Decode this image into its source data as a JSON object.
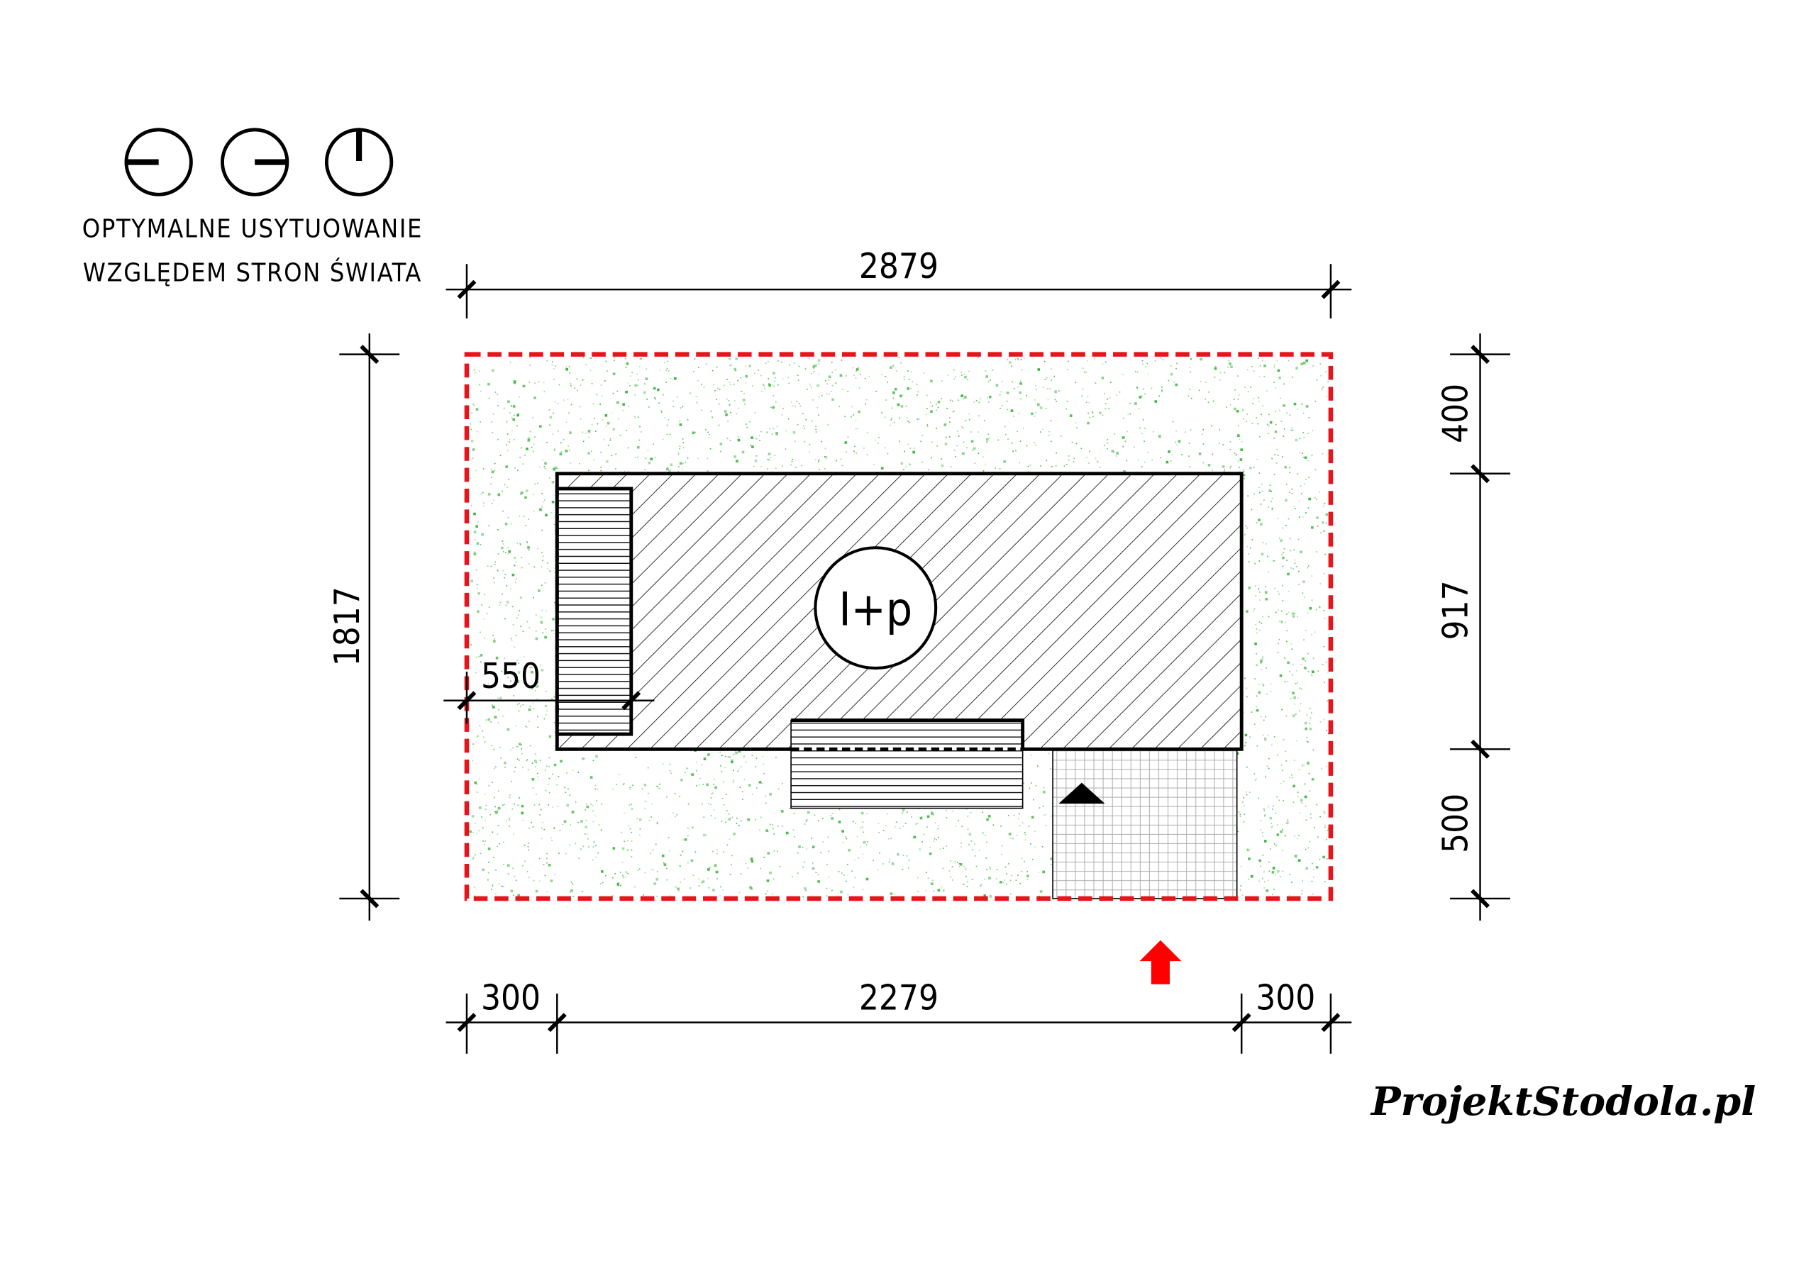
{
  "legend": {
    "line1": "OPTYMALNE USYTUOWANIE",
    "line2": "WZGLĘDEM STRON ŚWIATA",
    "icons": [
      "orientation-west-icon",
      "orientation-east-icon",
      "orientation-north-icon"
    ]
  },
  "dimensions": {
    "top_total": "2879",
    "bottom_left": "300",
    "bottom_middle": "2279",
    "bottom_right": "300",
    "left_total": "1817",
    "right_top": "400",
    "right_middle": "917",
    "right_bottom": "500",
    "terrace_offset": "550"
  },
  "building_label": "I+p",
  "logo": "ProjektStodola.pl",
  "colors": {
    "plot_border": "#e8141c",
    "grass": "#3cb43c",
    "entrance_arrow": "#ff0000",
    "line": "#000000"
  }
}
